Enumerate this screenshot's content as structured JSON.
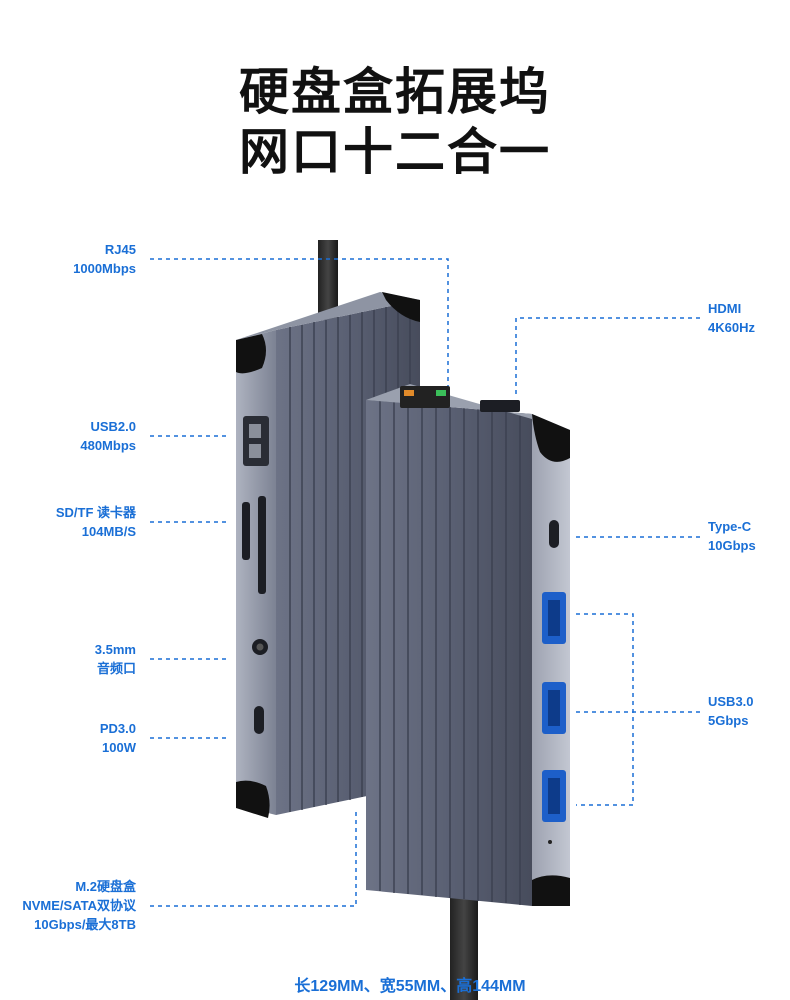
{
  "header": {
    "line1": "硬盘盒拓展坞",
    "line2": "网口十二合一"
  },
  "labels": {
    "rj45": {
      "line1": "RJ45",
      "line2": "1000Mbps"
    },
    "usb2": {
      "line1": "USB2.0",
      "line2": "480Mbps"
    },
    "sdtf": {
      "line1": "SD/TF 读卡器",
      "line2": "104MB/S"
    },
    "audio": {
      "line1": "3.5mm",
      "line2": "音频口"
    },
    "pd": {
      "line1": "PD3.0",
      "line2": "100W"
    },
    "m2": {
      "line1": "M.2硬盘盒",
      "line2": "NVME/SATA双协议",
      "line3": "10Gbps/最大8TB"
    },
    "hdmi": {
      "line1": "HDMI",
      "line2": "4K60Hz"
    },
    "typec": {
      "line1": "Type-C",
      "line2": "10Gbps"
    },
    "usb3": {
      "line1": "USB3.0",
      "line2": "5Gbps"
    }
  },
  "dimensions": "长129MM、宽55MM、高144MM",
  "colors": {
    "accent": "#1a6fd6",
    "body_dark": "#4a5062",
    "body_light": "#8d93a3"
  }
}
